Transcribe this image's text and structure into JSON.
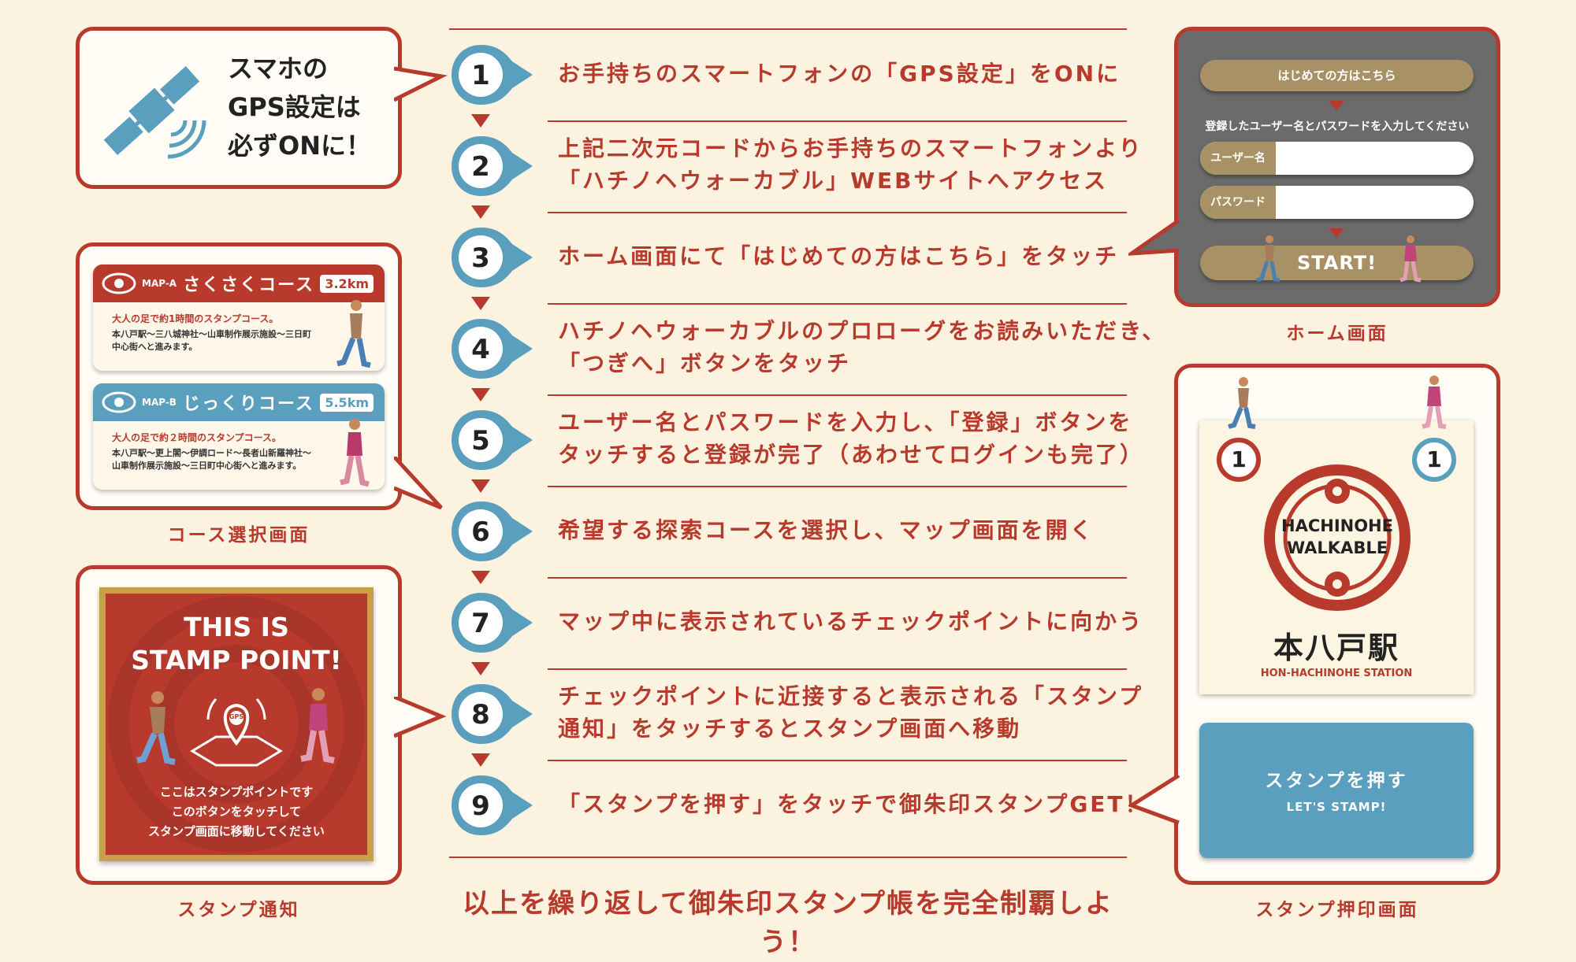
{
  "gps_callout": {
    "lines": [
      "スマホの",
      "GPS設定は",
      "必ずONに！"
    ]
  },
  "steps": [
    {
      "num": "1",
      "lines": [
        "お手持ちのスマートフォンの「GPS設定」をONに"
      ]
    },
    {
      "num": "2",
      "lines": [
        "上記二次元コードからお手持ちのスマートフォンより",
        "「ハチノヘウォーカブル」WEBサイトへアクセス"
      ]
    },
    {
      "num": "3",
      "lines": [
        "ホーム画面にて「はじめての方はこちら」をタッチ"
      ]
    },
    {
      "num": "4",
      "lines": [
        "ハチノヘウォーカブルのプロローグをお読みいただき、",
        "「つぎへ」ボタンをタッチ"
      ]
    },
    {
      "num": "5",
      "lines": [
        "ユーザー名とパスワードを入力し、「登録」ボタンを",
        "タッチすると登録が完了（あわせてログインも完了）"
      ]
    },
    {
      "num": "6",
      "lines": [
        "希望する探索コースを選択し、マップ画面を開く"
      ]
    },
    {
      "num": "7",
      "lines": [
        "マップ中に表示されているチェックポイントに向かう"
      ]
    },
    {
      "num": "8",
      "lines": [
        "チェックポイントに近接すると表示される「スタンプ",
        "通知」をタッチするとスタンプ画面へ移動"
      ]
    },
    {
      "num": "9",
      "lines": [
        "「スタンプを押す」をタッチで御朱印スタンプGET！"
      ]
    }
  ],
  "footer": "以上を繰り返して御朱印スタンプ帳を完全制覇しよう！",
  "course_screen": {
    "caption": "コース選択画面",
    "courses": [
      {
        "map": "MAP-A",
        "name": "さくさくコース",
        "km": "3.2km",
        "desc": "大人の足で約1時間のスタンプコース。",
        "route": "本八戸駅～三八城神社～山車制作展示施設～三日町中心街へと進みます。",
        "color": "#b73a2c"
      },
      {
        "map": "MAP-B",
        "name": "じっくりコース",
        "km": "5.5km",
        "desc": "大人の足で約２時間のスタンプコース。",
        "route": "本八戸駅～更上閣～伊調ロード～長者山新羅神社～山車制作展示施設～三日町中心街へと進みます。",
        "color": "#5a9fbd"
      }
    ]
  },
  "stamp_notice": {
    "caption": "スタンプ通知",
    "title_lines": [
      "THIS IS",
      "STAMP POINT!"
    ],
    "pin_label": "GPS",
    "body_lines": [
      "ここはスタンプポイントです",
      "このボタンをタッチして",
      "スタンプ画面に移動してください"
    ]
  },
  "home_screen": {
    "caption": "ホーム画面",
    "first_time_button": "はじめての方はこちら",
    "instruction": "登録したユーザー名とパスワードを入力してください",
    "username_label": "ユーザー名",
    "password_label": "パスワード",
    "start_button": "START!"
  },
  "stamp_screen": {
    "caption": "スタンプ押印画面",
    "counter_left": "1",
    "counter_right": "1",
    "logo_lines": [
      "HACHINOHE",
      "WALKABLE"
    ],
    "station_jp": "本八戸駅",
    "station_en": "HON-HACHINOHE STATION",
    "button_jp": "スタンプを押す",
    "button_en": "LET'S STAMP!"
  },
  "colors": {
    "red": "#b73a2c",
    "blue": "#5a9fbd",
    "gold": "#a99166",
    "gray": "#6b6b6b",
    "cream": "#fbf3e0"
  }
}
